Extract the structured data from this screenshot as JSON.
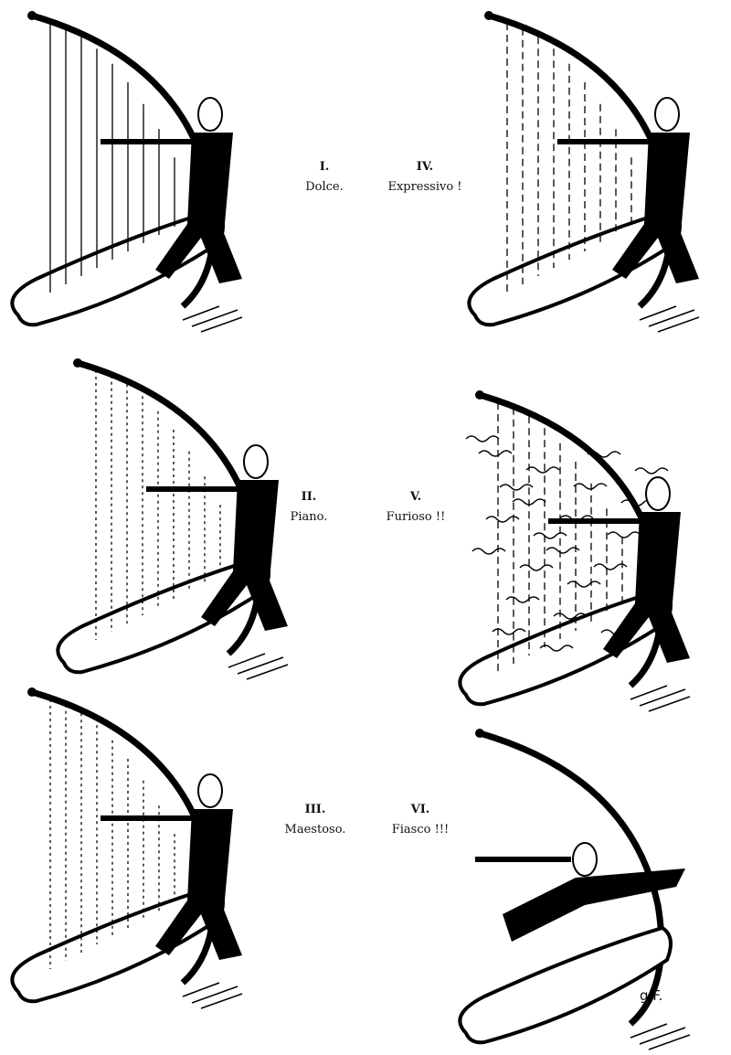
{
  "panels": [
    {
      "numeral": "I.",
      "title": "Dolce.",
      "mood": "dolce"
    },
    {
      "numeral": "II.",
      "title": "Piano.",
      "mood": "piano"
    },
    {
      "numeral": "III.",
      "title": "Maestoso.",
      "mood": "maestoso"
    },
    {
      "numeral": "IV.",
      "title": "Expressivo !",
      "mood": "expressivo"
    },
    {
      "numeral": "V.",
      "title": "Furioso !!",
      "mood": "furioso"
    },
    {
      "numeral": "VI.",
      "title": "Fiasco !!!",
      "mood": "fiasco"
    }
  ],
  "signature": "g.F."
}
